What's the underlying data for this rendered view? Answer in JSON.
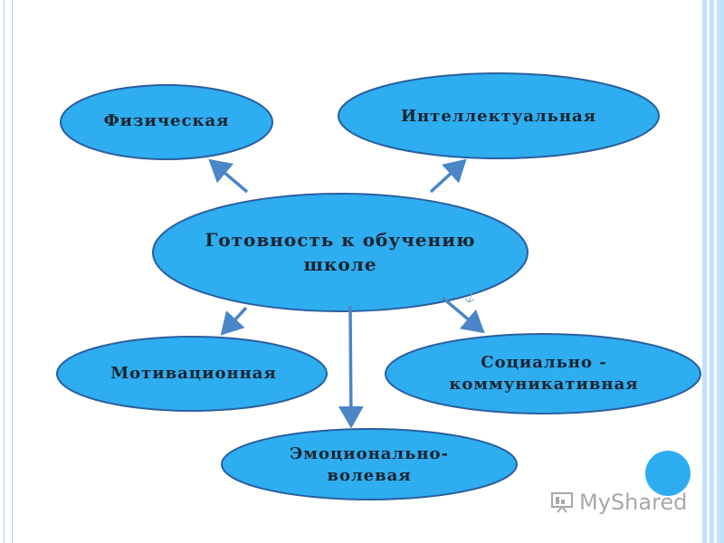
{
  "diagram": {
    "center": {
      "label": "Готовность к обучению школе"
    },
    "nodes": [
      {
        "id": "physical",
        "label": "Физическая"
      },
      {
        "id": "intellectual",
        "label": "Интеллектуальная"
      },
      {
        "id": "motivational",
        "label": "Мотивационная"
      },
      {
        "id": "social",
        "label": "Социально - коммуникативная"
      },
      {
        "id": "emotional",
        "label": "Эмоционально- волевая"
      }
    ]
  },
  "watermark": {
    "text": "MyShared"
  },
  "colors": {
    "node_fill": "#2eadf0",
    "node_stroke": "#2a5f9e",
    "arrow": "#4a86c8",
    "frame": "#9fd3f4"
  }
}
